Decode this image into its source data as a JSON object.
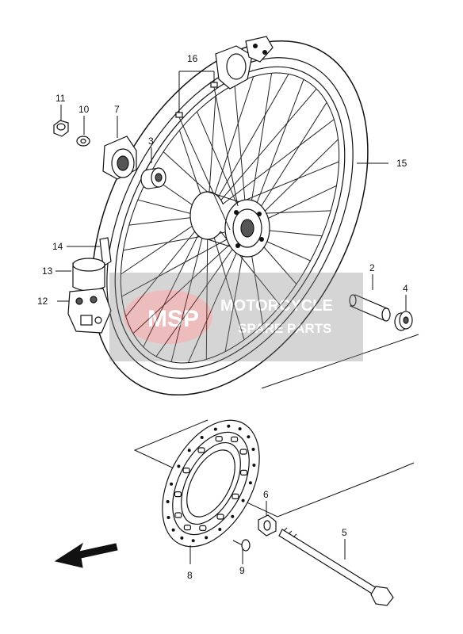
{
  "callouts": [
    {
      "id": "1",
      "text": "16"
    },
    {
      "id": "2",
      "text": "11"
    },
    {
      "id": "3",
      "text": "10"
    },
    {
      "id": "4",
      "text": "7"
    },
    {
      "id": "5",
      "text": "3"
    },
    {
      "id": "6",
      "text": "15"
    },
    {
      "id": "7",
      "text": "14"
    },
    {
      "id": "8",
      "text": "13"
    },
    {
      "id": "9",
      "text": "12"
    },
    {
      "id": "10",
      "text": "2"
    },
    {
      "id": "11",
      "text": "4"
    },
    {
      "id": "12",
      "text": "6"
    },
    {
      "id": "13",
      "text": "5"
    },
    {
      "id": "14",
      "text": "8"
    },
    {
      "id": "15",
      "text": "9"
    }
  ],
  "watermark": {
    "logo_text": "MSP",
    "line1": "MOTORCYCLE",
    "line2": "SPARE PARTS"
  }
}
